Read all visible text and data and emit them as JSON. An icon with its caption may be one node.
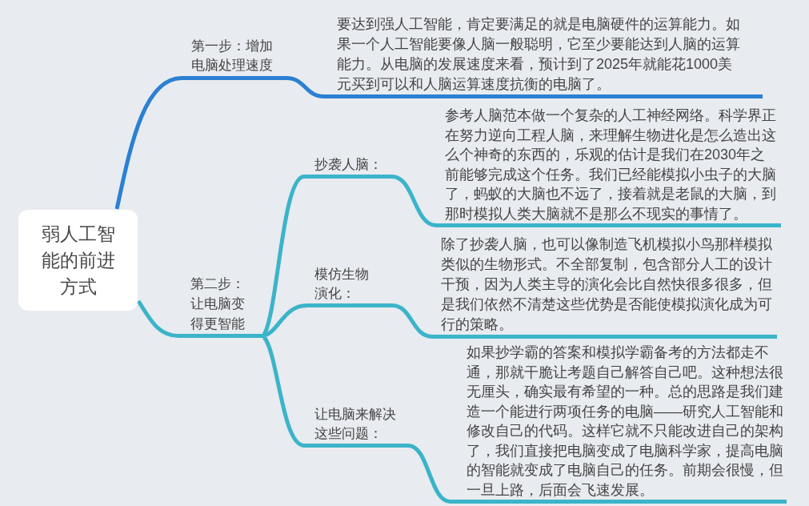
{
  "diagram": {
    "nodes": [
      {
        "text": [
          "弱人工智能的前进方式"
        ]
      },
      {
        "text": [
          "第一步：增加电脑处理速度"
        ]
      },
      {
        "text": [
          "要达到强人工智能，肯定要满足的就是电脑硬件的运算能力。如果一个人工智能要像人脑一般聪明，它至少要能达到人脑的运算能力。从电脑的发展速度来看，预计到了2025年就能花1000美元买到可以和人脑运算速度抗衡的电脑了。"
        ]
      },
      {
        "text": [
          "第二步：让电脑变得更智能"
        ]
      },
      {
        "text": [
          "抄袭人脑："
        ]
      },
      {
        "text": [
          "参考人脑范本做一个复杂的人工神经网络。科学界正在努力逆向工程人脑，来理解生物进化是怎么造出这么个神奇的东西的，乐观的估计是我们在2030年之前能够完成这个任务。我们已经能模拟小虫子的大脑了，蚂蚁的大脑也不远了，接着就是老鼠的大脑，到那时模拟人类大脑就不是那么不现实的事情了。"
        ]
      },
      {
        "text": [
          "模仿生物演化："
        ]
      },
      {
        "text": [
          "除了抄袭人脑，也可以像制造飞机模拟小鸟那样模拟类似的生物形式。不全部复制，包含部分人工的设计干预，因为人类主导的演化会比自然快很多很多，但是我们依然不清楚这些优势是否能使模拟演化成为可行的策略。"
        ]
      },
      {
        "text": [
          "让电脑来解决这些问题："
        ]
      },
      {
        "text": [
          "如果抄学霸的答案和模拟学霸备考的方法都走不通，那就干脆让考题自己解答自己吧。这种想法很无厘头，确实最有希望的一种。总的思路是我们建造一个能进行两项任务的电脑——研究人工智能和修改自己的代码。这样它就不只能改进自己的架构了，我们直接把电脑变成了电脑科学家，提高电脑的智能就变成了电脑自己的任务。前期会很慢，但一旦上路，后面会飞速发展。"
        ]
      }
    ],
    "edges": [
      {
        "from": 0,
        "to": 1,
        "arrow": "none",
        "color": "#2b80d3"
      },
      {
        "from": 1,
        "to": 2,
        "arrow": "none",
        "color": "#2b80d3"
      },
      {
        "from": 0,
        "to": 3,
        "arrow": "none"
      },
      {
        "from": 3,
        "to": 4,
        "arrow": "none"
      },
      {
        "from": 4,
        "to": 5,
        "arrow": "none"
      },
      {
        "from": 3,
        "to": 6,
        "arrow": "none"
      },
      {
        "from": 6,
        "to": 7,
        "arrow": "none"
      },
      {
        "from": 3,
        "to": 8,
        "arrow": "none"
      },
      {
        "from": 8,
        "to": 9,
        "arrow": "none"
      }
    ]
  }
}
